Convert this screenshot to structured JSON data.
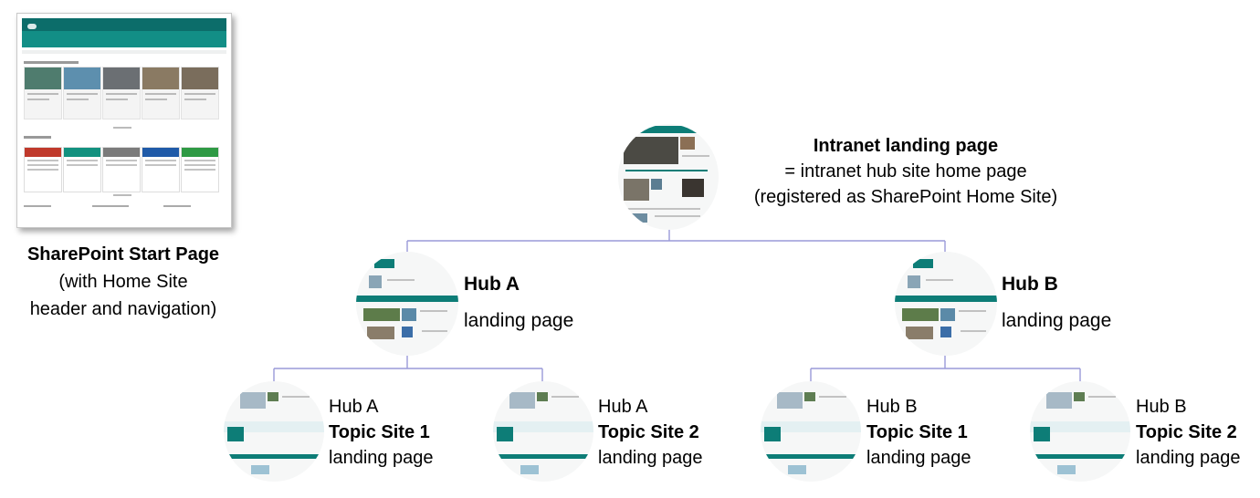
{
  "start_page": {
    "caption_title": "SharePoint Start Page",
    "caption_line2": "(with Home Site",
    "caption_line3": "header and navigation)"
  },
  "intranet": {
    "title": "Intranet landing page",
    "line2": "= intranet hub site home page",
    "line3": "(registered as SharePoint Home Site)"
  },
  "hubs": [
    {
      "title": "Hub A",
      "subtitle": "landing page"
    },
    {
      "title": "Hub B",
      "subtitle": "landing page"
    }
  ],
  "topics": [
    {
      "hub": "Hub A",
      "name": "Topic Site 1",
      "subtitle": "landing page"
    },
    {
      "hub": "Hub A",
      "name": "Topic Site 2",
      "subtitle": "landing page"
    },
    {
      "hub": "Hub B",
      "name": "Topic Site 1",
      "subtitle": "landing page"
    },
    {
      "hub": "Hub B",
      "name": "Topic Site 2",
      "subtitle": "landing page"
    }
  ],
  "colors": {
    "connector": "#9a9ad8",
    "sharepoint_teal": "#0d7d77"
  }
}
